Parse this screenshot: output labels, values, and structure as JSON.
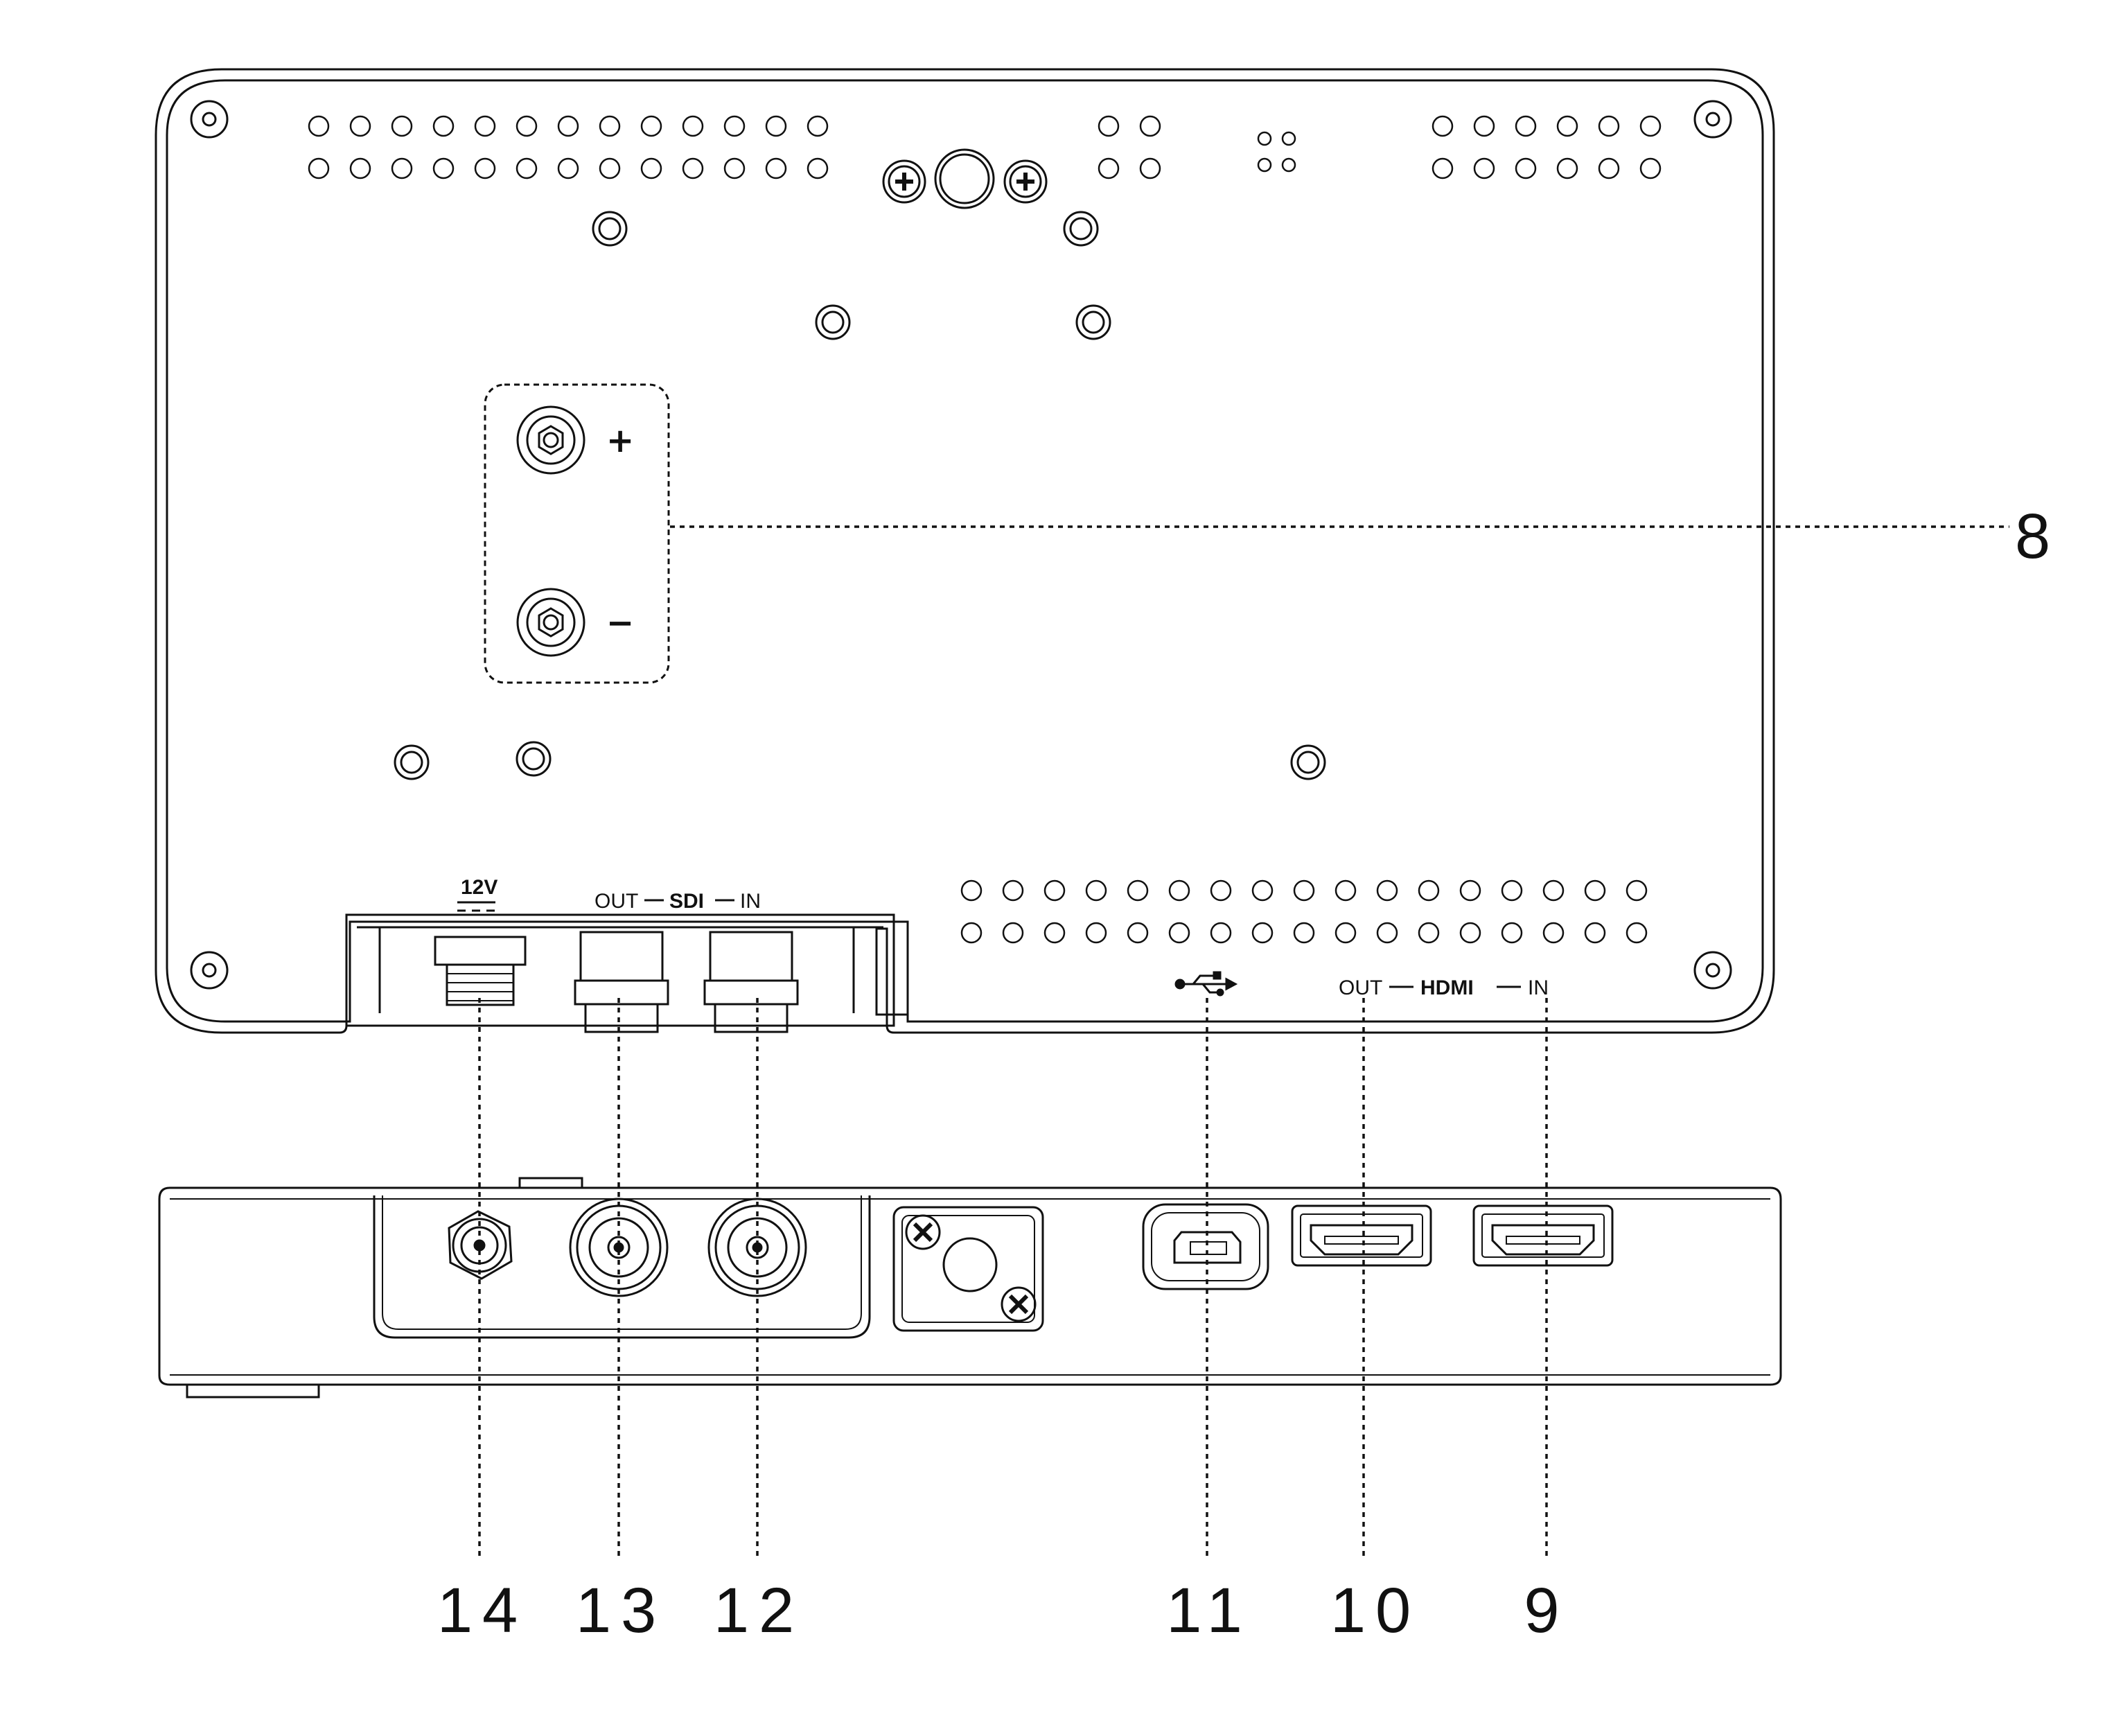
{
  "figure": {
    "panel_labels": {
      "power_voltage": "12V",
      "sdi_out": "OUT",
      "sdi_name": "SDI",
      "sdi_in": "IN",
      "hdmi_out": "OUT",
      "hdmi_name": "HDMI",
      "hdmi_in": "IN",
      "plus": "+",
      "minus": "−"
    },
    "callouts": [
      {
        "id": "battery-terminals",
        "number": "8"
      },
      {
        "id": "hdmi-in",
        "number": "9"
      },
      {
        "id": "hdmi-out",
        "number": "10"
      },
      {
        "id": "usb-port",
        "number": "11"
      },
      {
        "id": "sdi-in",
        "number": "12"
      },
      {
        "id": "sdi-out",
        "number": "13"
      },
      {
        "id": "dc-power-in",
        "number": "14"
      }
    ],
    "icons": [
      "usb-icon",
      "dc-symbol-icon",
      "screw-icon",
      "bnc-connector-icon",
      "hdmi-port-icon",
      "vent-hole-icon"
    ],
    "colors": {
      "line": "#111111",
      "background": "#ffffff"
    }
  }
}
